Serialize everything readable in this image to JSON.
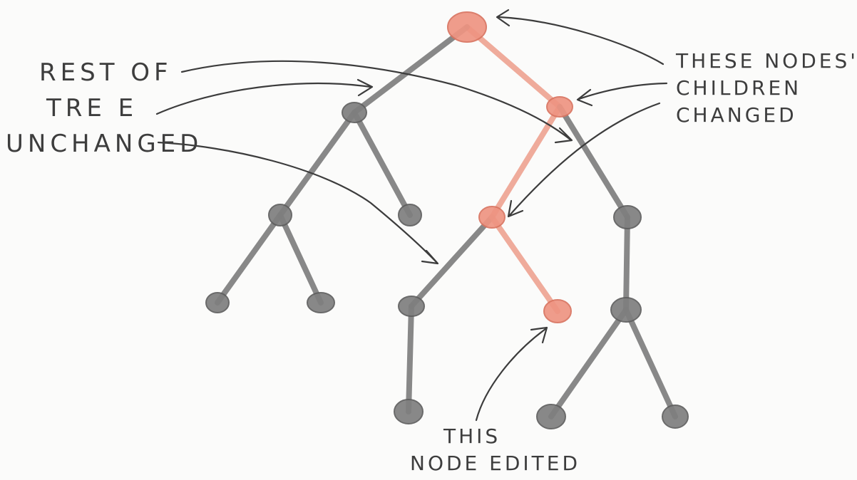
{
  "annotations": {
    "left": {
      "line1": "REST OF",
      "line2": "TRE E",
      "line3": "UNCHANGED"
    },
    "right": {
      "line1": "THESE NODES'",
      "line2": "CHILDREN",
      "line3": "CHANGED"
    },
    "bottom": {
      "line1": "THIS",
      "line2": "NODE EDITED"
    }
  },
  "colors": {
    "unchanged_node": "#7f7f7f",
    "changed_node": "#ee9482",
    "annotation_ink": "#3c3c3c",
    "paper": "#fbfbfa"
  }
}
